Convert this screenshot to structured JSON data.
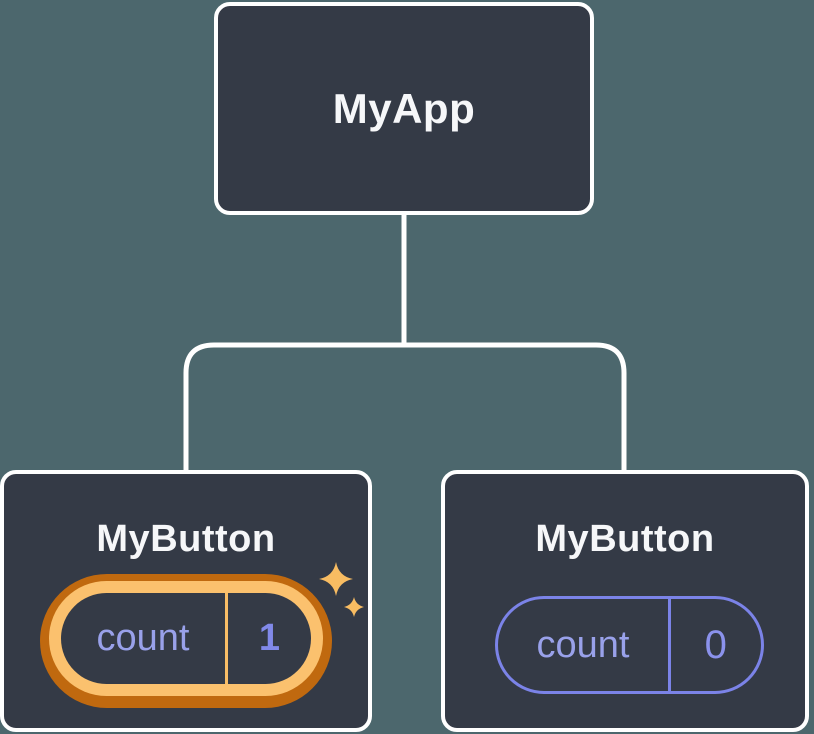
{
  "colors": {
    "background": "#4c676d",
    "node_fill": "#343a46",
    "node_border": "#ffffff",
    "node_text": "#f6f7f9",
    "connector": "#ffffff",
    "state_text": "#99a1ea",
    "state_value_left": "#8189e9",
    "state_value_right": "#8b92ec",
    "state_outline": "#7b83e8",
    "highlight_ring_outer": "#c0690f",
    "highlight_ring_inner": "#fbc16e",
    "highlight_divider": "#f8bd66",
    "sparkle": "#f8bc62"
  },
  "tree": {
    "root": {
      "label": "MyApp"
    },
    "children": [
      {
        "label": "MyButton",
        "state_name": "count",
        "state_value": "1",
        "highlighted": true,
        "icon": "sparkles-icon"
      },
      {
        "label": "MyButton",
        "state_name": "count",
        "state_value": "0",
        "highlighted": false
      }
    ]
  }
}
